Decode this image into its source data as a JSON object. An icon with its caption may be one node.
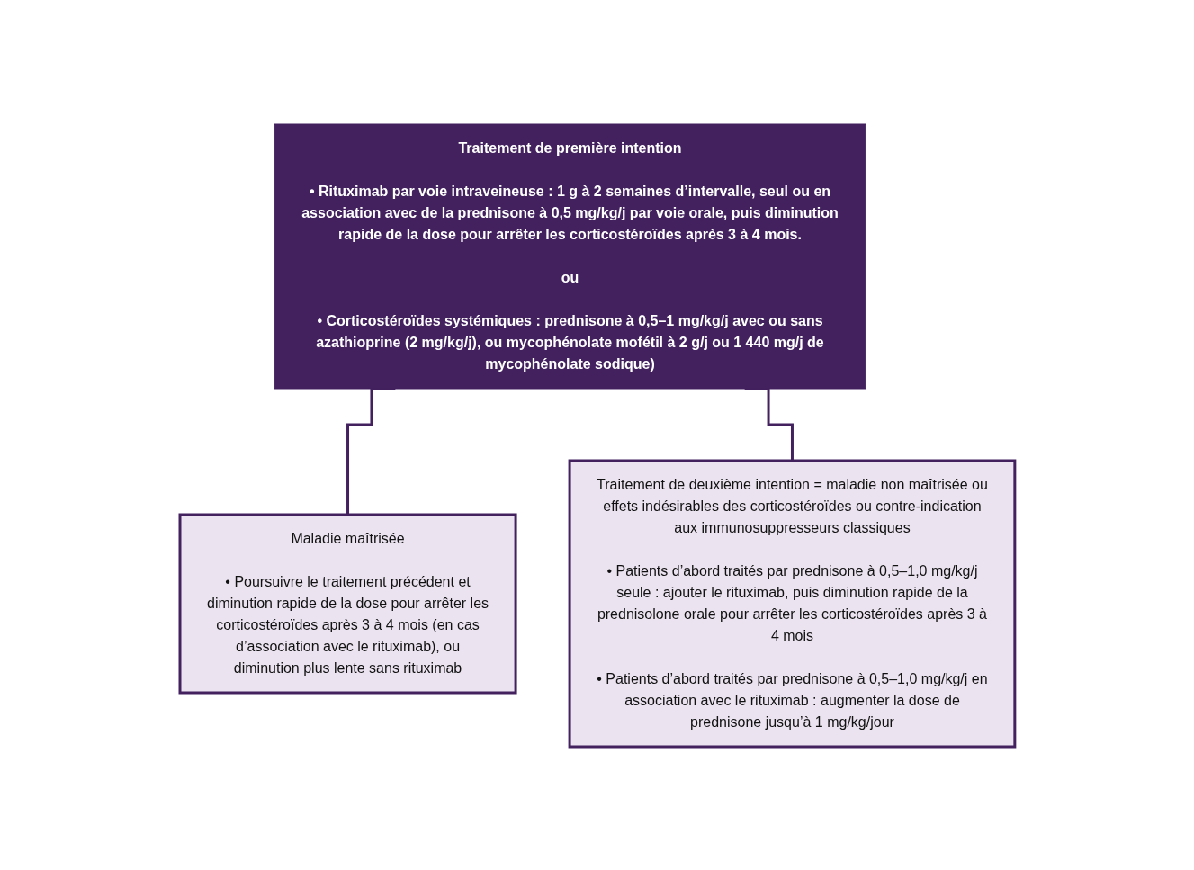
{
  "diagram": {
    "nodes": [
      {
        "text": [
          "Traitement de première intention",
          "• Rituximab par voie intraveineuse : 1 g à 2 semaines d’intervalle, seul ou en association avec de la prednisone à 0,5 mg/kg/j par voie orale, puis diminution rapide de la dose pour arrêter les corticostéroïdes après 3 à 4 mois.",
          "ou",
          "• Corticostéroïdes systémiques : prednisone à 0,5–1 mg/kg/j avec ou sans azathioprine (2 mg/kg/j), ou mycophénolate mofétil à 2 g/j ou 1 440 mg/j de mycophénolate sodique)"
        ]
      },
      {
        "text": [
          "Maladie maîtrisée",
          "• Poursuivre le traitement précédent et diminution rapide de la dose pour arrêter les corticostéroïdes après 3 à 4 mois (en cas d’association avec le rituximab), ou diminution plus lente sans rituximab"
        ]
      },
      {
        "text": [
          "Traitement de deuxième intention = maladie non maîtrisée ou effets indésirables des corticostéroïdes ou contre-indication aux immunosuppresseurs classiques",
          "• Patients d’abord traités par prednisone à 0,5–1,0 mg/kg/j seule : ajouter le rituximab, puis diminution rapide de la prednisolone orale pour arrêter les corticostéroïdes après 3 à 4 mois",
          "• Patients d’abord traités par prednisone à 0,5–1,0 mg/kg/j en association avec le rituximab : augmenter la dose de prednisone jusqu’à 1 mg/kg/jour"
        ]
      }
    ],
    "edges": [
      {
        "from": 0,
        "to": 1,
        "arrow": "none"
      },
      {
        "from": 0,
        "to": 2,
        "arrow": "none"
      }
    ]
  }
}
